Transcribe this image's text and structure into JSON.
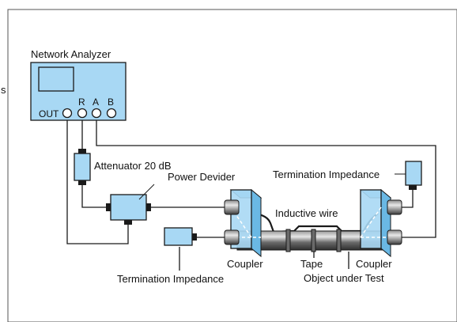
{
  "figure": {
    "edge_text": "s",
    "labels": {
      "network_analyzer": "Network Analyzer",
      "port_out": "OUT",
      "port_r": "R",
      "port_a": "A",
      "port_b": "B",
      "attenuator": "Attenuator 20 dB",
      "power_divider": "Power Devider",
      "termination_top": "Termination Impedance",
      "termination_bottom": "Termination Impedance",
      "inductive_wire": "Inductive wire",
      "coupler_left": "Coupler",
      "coupler_right": "Coupler",
      "tape": "Tape",
      "object_under_test": "Object under Test"
    }
  },
  "colors": {
    "component_fill": "#a8d8f4",
    "component_stroke": "#1a1a1a",
    "line": "#1a1a1a",
    "cable_dark": "#4a4a4a",
    "cable_light": "#d8d8d8",
    "frame": "#555555"
  },
  "icons": {
    "analyzer": "network-analyzer-icon",
    "attenuator": "attenuator-icon",
    "divider": "power-divider-icon",
    "termination": "termination-load-icon",
    "coupler": "coupler-icon",
    "cable": "test-cable-icon"
  }
}
